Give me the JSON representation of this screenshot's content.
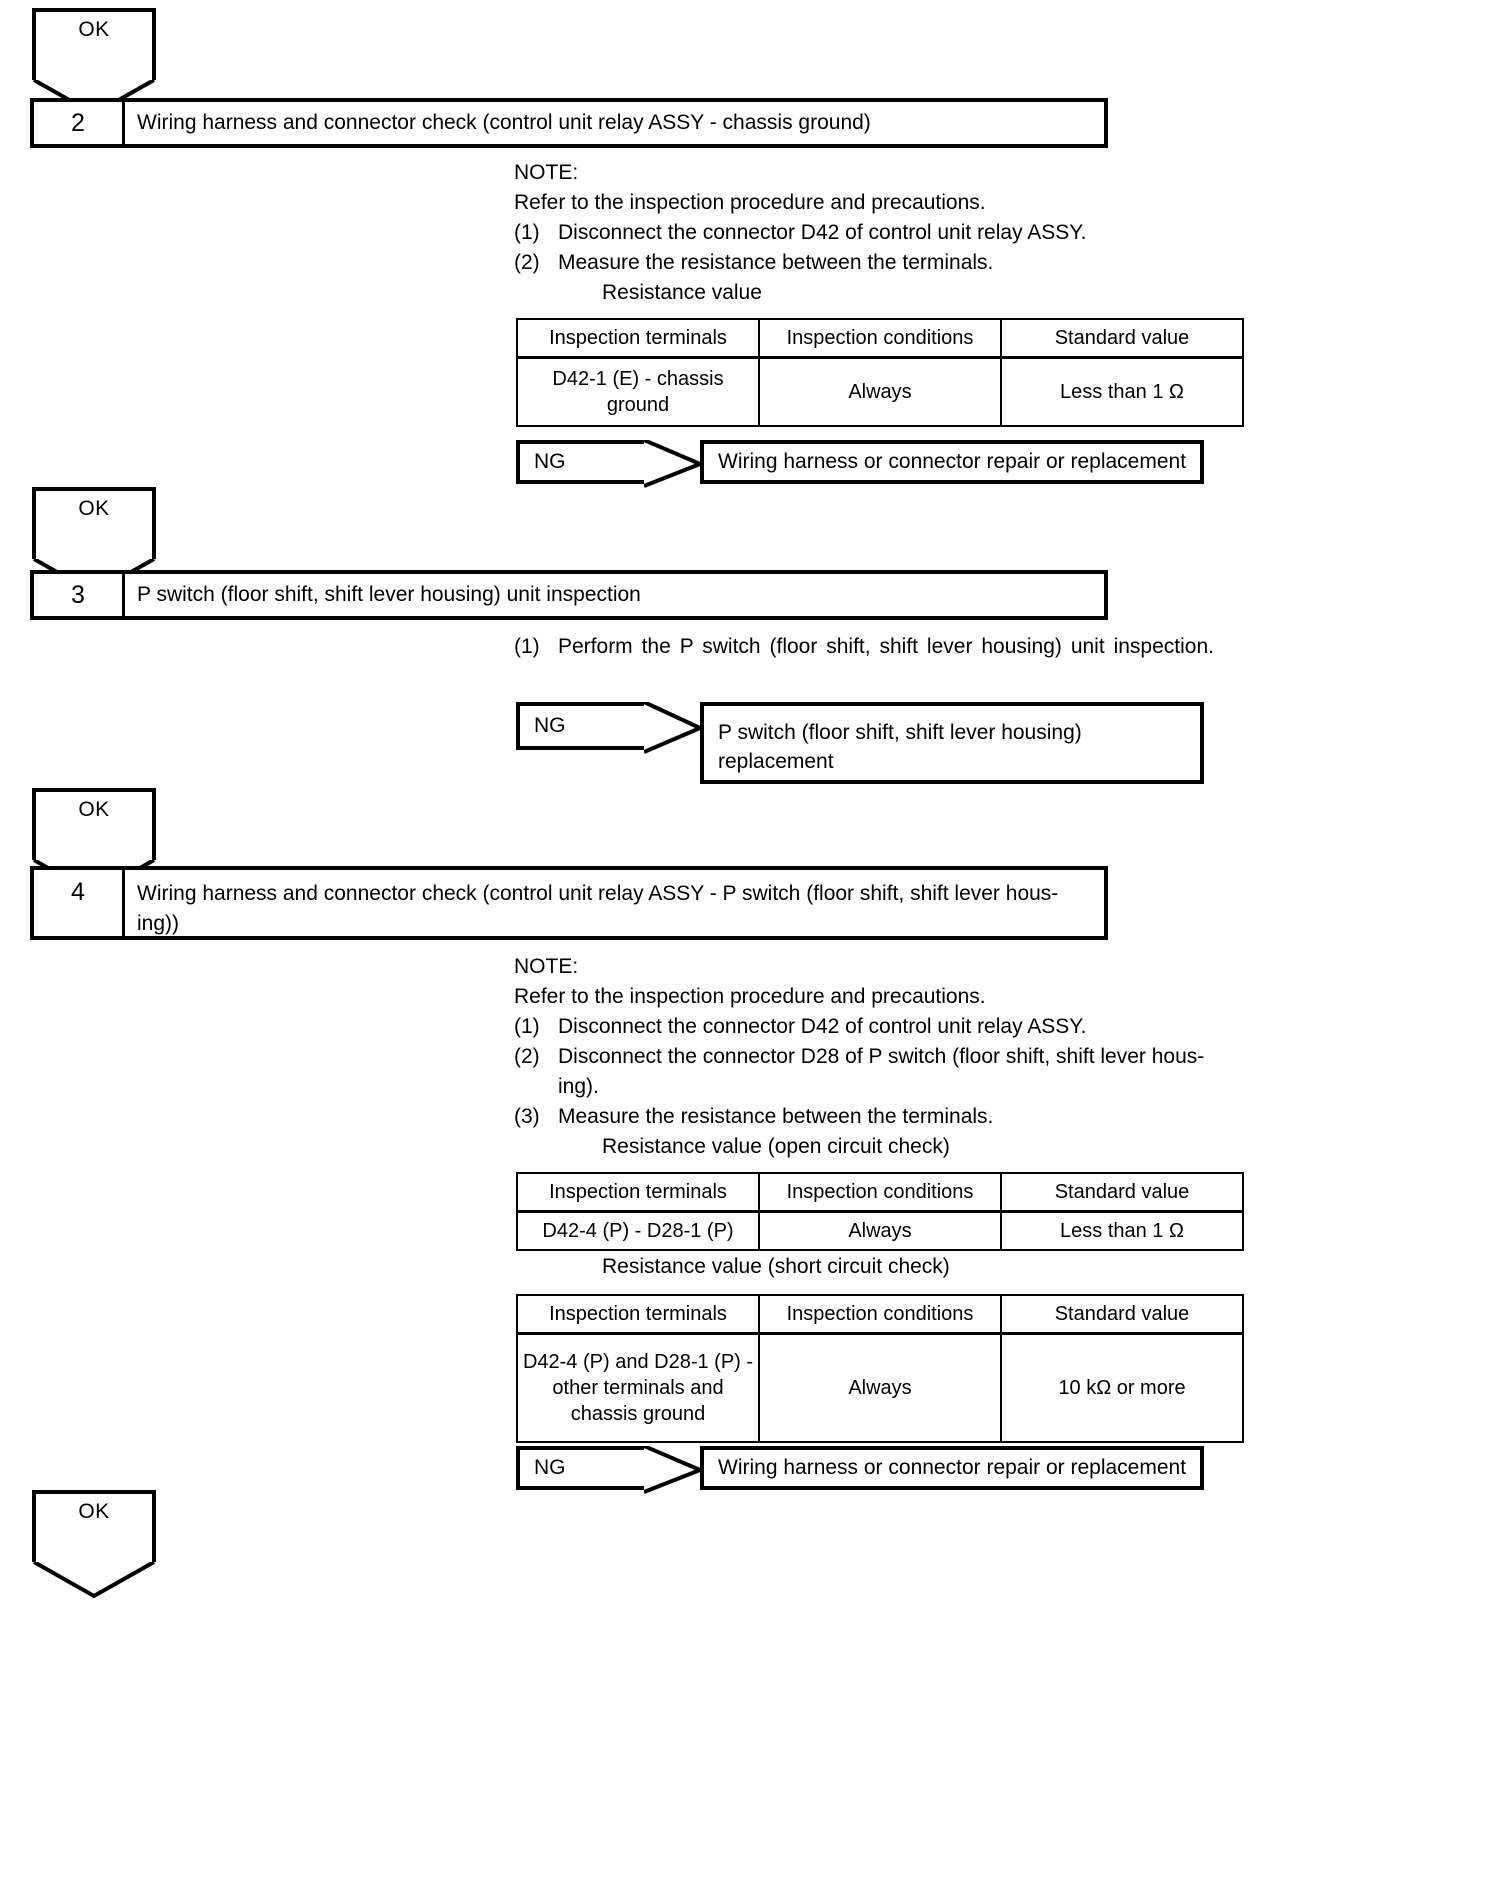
{
  "document": {
    "type": "diagnostic-flowchart",
    "labels": {
      "ok": "OK",
      "ng": "NG"
    }
  },
  "connectors": [
    {
      "label": "OK"
    },
    {
      "label": "OK"
    },
    {
      "label": "OK"
    },
    {
      "label": "OK"
    }
  ],
  "steps": [
    {
      "number": "2",
      "title": "Wiring harness and connector check (control unit relay ASSY - chassis ground)",
      "note_heading": "NOTE:",
      "note_text": "Refer to the inspection procedure and precautions.",
      "procedures": [
        {
          "num": "(1)",
          "text": "Disconnect the connector D42 of control unit relay ASSY."
        },
        {
          "num": "(2)",
          "text": "Measure the resistance between the terminals."
        }
      ],
      "table_caption": "Resistance value",
      "table": {
        "headers": [
          "Inspection terminals",
          "Inspection conditions",
          "Standard value"
        ],
        "rows": [
          [
            "D42-1 (E) - chassis ground",
            "Always",
            "Less than 1 Ω"
          ]
        ]
      },
      "ng": {
        "label": "NG",
        "result": "Wiring harness or connector repair or replacement"
      }
    },
    {
      "number": "3",
      "title": "P switch (floor shift, shift lever housing) unit inspection",
      "procedures": [
        {
          "num": "(1)",
          "text": "Perform the P switch (floor shift, shift lever housing) unit inspection."
        }
      ],
      "ng": {
        "label": "NG",
        "result": "P switch (floor shift, shift lever housing) replacement"
      }
    },
    {
      "number": "4",
      "title_line1": "Wiring harness and connector check (control unit relay ASSY - P switch (floor shift, shift lever hous-",
      "title_line2": "ing))",
      "note_heading": "NOTE:",
      "note_text": "Refer to the inspection procedure and precautions.",
      "procedures": [
        {
          "num": "(1)",
          "text": "Disconnect the connector D42 of control unit relay ASSY."
        },
        {
          "num": "(2)",
          "text": "Disconnect the connector D28 of P switch (floor shift, shift lever hous-",
          "cont": "ing)."
        },
        {
          "num": "(3)",
          "text": "Measure the resistance between the terminals."
        }
      ],
      "table_caption_open": "Resistance value (open circuit check)",
      "table_open": {
        "headers": [
          "Inspection terminals",
          "Inspection conditions",
          "Standard value"
        ],
        "rows": [
          [
            "D42-4 (P) - D28-1 (P)",
            "Always",
            "Less than 1 Ω"
          ]
        ]
      },
      "table_caption_short": "Resistance value (short circuit check)",
      "table_short": {
        "headers": [
          "Inspection terminals",
          "Inspection conditions",
          "Standard value"
        ],
        "rows": [
          [
            "D42-4 (P) and D28-1 (P) - other terminals and chassis ground",
            "Always",
            "10 kΩ or more"
          ]
        ]
      },
      "ng": {
        "label": "NG",
        "result": "Wiring harness or connector repair or replacement"
      }
    }
  ]
}
